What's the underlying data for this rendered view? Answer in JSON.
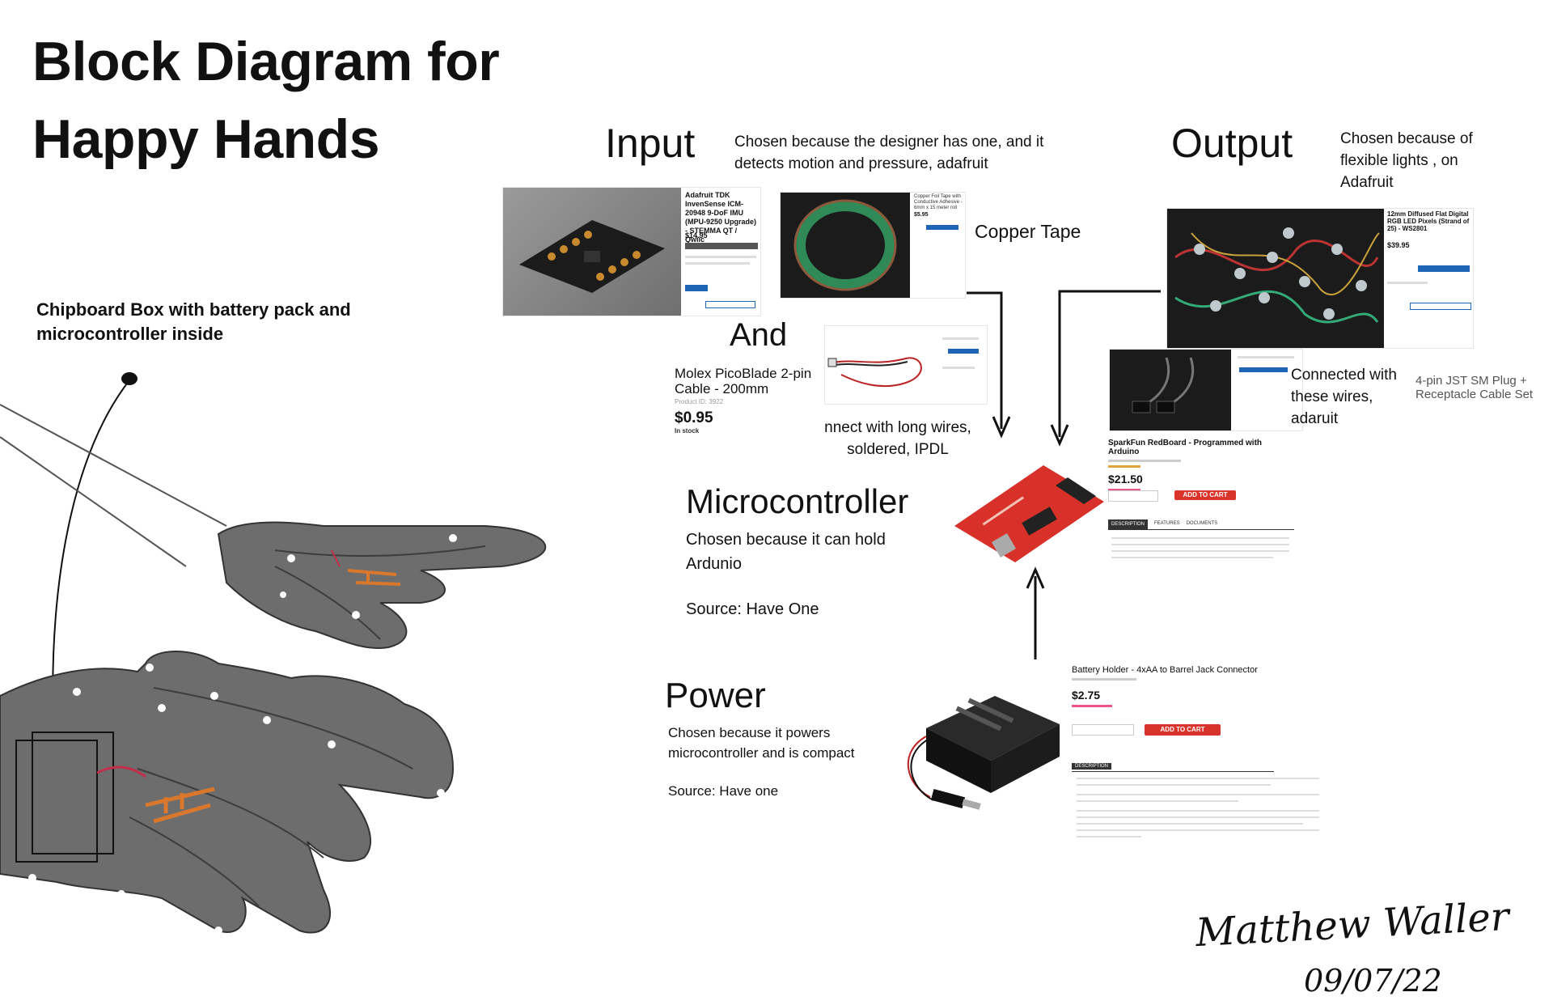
{
  "title": "Block Diagram for\nHappy Hands",
  "chipboard_note": "Chipboard Box with battery pack and microcontroller  inside",
  "input": {
    "heading": "Input",
    "note": "Chosen because the designer has one, and it detects motion and pressure, adafruit",
    "imu_card": {
      "name": "Adafruit TDK InvenSense ICM-20948 9-DoF IMU (MPU-9250 Upgrade) - STEMMA QT / Qwiic",
      "price": "$14.95"
    },
    "tape_card": {
      "name": "Copper Foil Tape with Conductive Adhesive - 6mm x 15 meter roll",
      "price": "$5.95"
    },
    "tape_label": "Copper Tape",
    "and_label": "And",
    "cable_card": {
      "name": "Molex PicoBlade 2-pin Cable - 200mm",
      "product_id": "Product ID: 3922",
      "price": "$0.95",
      "stock": "In stock"
    },
    "wires_note": "nnect with long wires, soldered, IPDL"
  },
  "output": {
    "heading": "Output",
    "note": "Chosen because of flexible lights , on Adafruit",
    "led_card": {
      "name": "12mm Diffused Flat Digital RGB LED Pixels (Strand of 25) - WS2801",
      "price": "$39.95"
    },
    "wires_note": "Connected with these wires, adaruit",
    "jst_label": "4-pin JST SM Plug + Receptacle Cable Set"
  },
  "microcontroller": {
    "heading": "Microcontroller",
    "note": "Chosen because it can hold Ardunio",
    "source": "Source: Have One",
    "card": {
      "name": "SparkFun RedBoard - Programmed with Arduino",
      "price": "$21.50",
      "button": "ADD TO CART",
      "tabs": [
        "DESCRIPTION",
        "FEATURES",
        "DOCUMENTS"
      ]
    }
  },
  "power": {
    "heading": "Power",
    "note": "Chosen because it powers microcontroller and is compact",
    "source": "Source: Have one",
    "card": {
      "name": "Battery Holder - 4xAA to Barrel Jack Connector",
      "price": "$2.75",
      "button": "ADD TO CART",
      "tab": "DESCRIPTION"
    }
  },
  "signature": {
    "name": "Matthew Waller",
    "date": "09/07/22"
  },
  "colors": {
    "hand_fill": "#6d6d6d",
    "led_dot": "#ffffff",
    "copper": "#d9782d",
    "arrow": "#111111",
    "board_red": "#d8312a"
  }
}
